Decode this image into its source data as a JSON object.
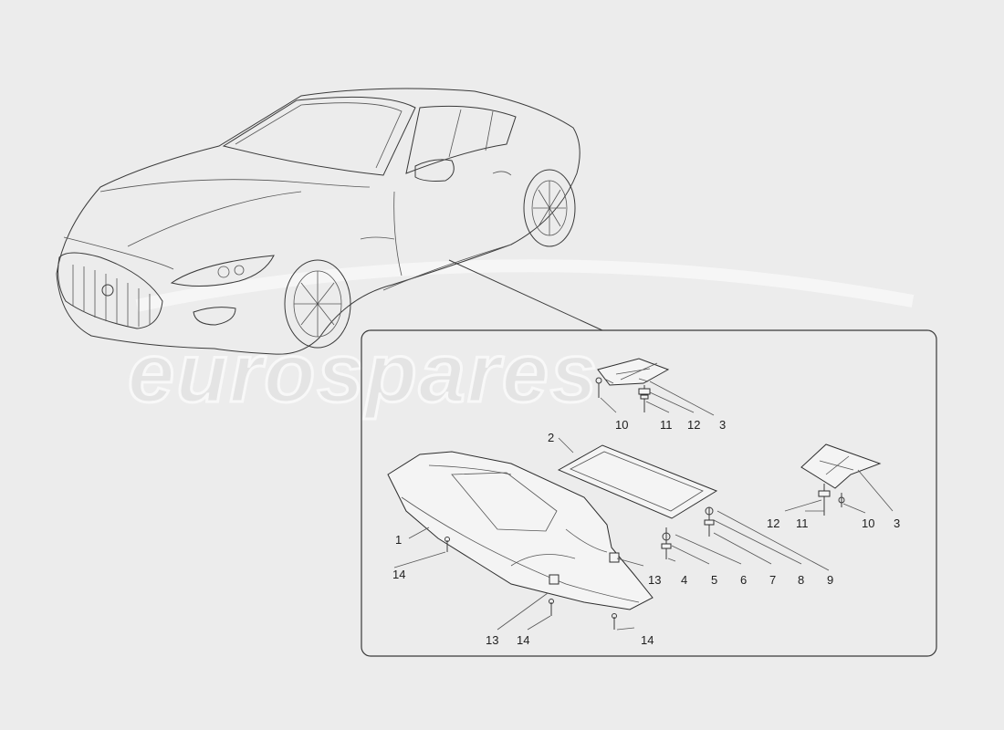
{
  "watermark": {
    "text": "eurospares"
  },
  "callouts": {
    "c1": "1",
    "c2": "2",
    "c3a": "3",
    "c3b": "3",
    "c4": "4",
    "c5": "5",
    "c6": "6",
    "c7": "7",
    "c8": "8",
    "c9": "9",
    "c10a": "10",
    "c10b": "10",
    "c11a": "11",
    "c11b": "11",
    "c12a": "12",
    "c12b": "12",
    "c13a": "13",
    "c13b": "13",
    "c14a": "14",
    "c14b": "14",
    "c14c": "14"
  },
  "colors": {
    "background": "#ececec",
    "line": "#2e2e2e",
    "watermark": "#e4e4e4"
  }
}
